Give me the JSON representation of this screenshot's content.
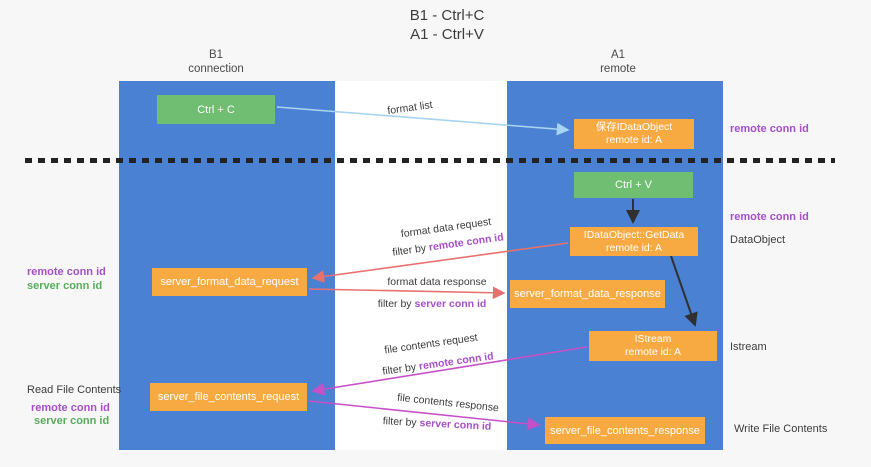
{
  "title": {
    "line1": "B1 - Ctrl+C",
    "line2": "A1 - Ctrl+V"
  },
  "lifelines": {
    "left": {
      "name": "B1",
      "role": "connection"
    },
    "right": {
      "name": "A1",
      "role": "remote"
    }
  },
  "boxes": {
    "ctrl_c": "Ctrl + C",
    "ctrl_v": "Ctrl + V",
    "save_dataobject_line1": "保存IDataObject",
    "save_dataobject_line2": "remote id: A",
    "getdata_line1": "IDataObject::GetData",
    "getdata_line2": "remote id: A",
    "istream_line1": "IStream",
    "istream_line2": "remote id: A",
    "server_format_data_request": "server_format_data_request",
    "server_format_data_response": "server_format_data_response",
    "server_file_contents_request": "server_file_contents_request",
    "server_file_contents_response": "server_file_contents_response"
  },
  "flow_labels": {
    "format_list": "format list",
    "format_data_request": "format data request",
    "format_data_response": "format data response",
    "file_contents_request": "file contents request",
    "file_contents_response": "file contents response",
    "filter_by": "filter by",
    "remote_conn_id": "remote conn id",
    "server_conn_id": "server conn id"
  },
  "side_labels": {
    "remote_conn_id": "remote conn id",
    "server_conn_id": "server conn id",
    "read_file_contents": "Read File Contents",
    "write_file_contents": "Write File Contents",
    "dataobject": "DataObject",
    "istream": "Istream"
  },
  "colors": {
    "background": "#f7f7f8",
    "panel": "#ffffff",
    "column_blue": "#4a81d3",
    "box_green": "#6fbe72",
    "box_orange": "#f8aa42",
    "label_purple": "#a64fc9",
    "label_green": "#57ac5c",
    "arrow_red": "#e87170",
    "arrow_magenta": "#c750c8",
    "arrow_blue": "#a8d4f1",
    "arrow_black": "#303030",
    "divider": "#232323",
    "text_dark": "#3c3c3c"
  }
}
